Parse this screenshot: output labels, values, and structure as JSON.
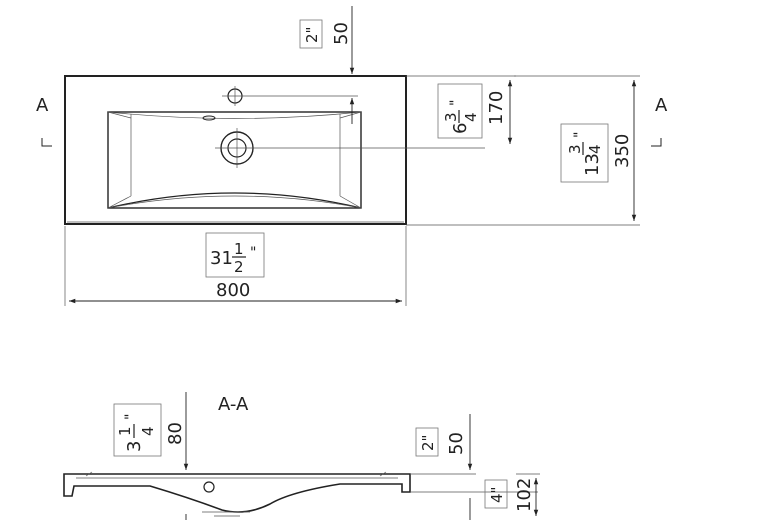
{
  "top_view": {
    "section_left": "A",
    "section_right": "A",
    "dim_tap_mm": "50",
    "dim_tap_in": "2\"",
    "dim_center_mm": "170",
    "dim_center_in_whole": "6",
    "dim_center_in_num": "3",
    "dim_center_in_den": "4",
    "dim_center_in_unit": "\"",
    "dim_depth_mm": "350",
    "dim_depth_in_whole": "13",
    "dim_depth_in_num": "3",
    "dim_depth_in_den": "4",
    "dim_depth_in_unit": "\"",
    "dim_width_mm": "800",
    "dim_width_in_whole": "31",
    "dim_width_in_num": "1",
    "dim_width_in_den": "2",
    "dim_width_in_unit": "\""
  },
  "section_view": {
    "title": "A-A",
    "dim_height_mm": "80",
    "dim_height_in_whole": "3",
    "dim_height_in_num": "1",
    "dim_height_in_den": "4",
    "dim_height_in_unit": "\"",
    "dim_rim_mm": "50",
    "dim_rim_in": "2\"",
    "dim_edge_mm": "102",
    "dim_edge_in": "4\""
  }
}
